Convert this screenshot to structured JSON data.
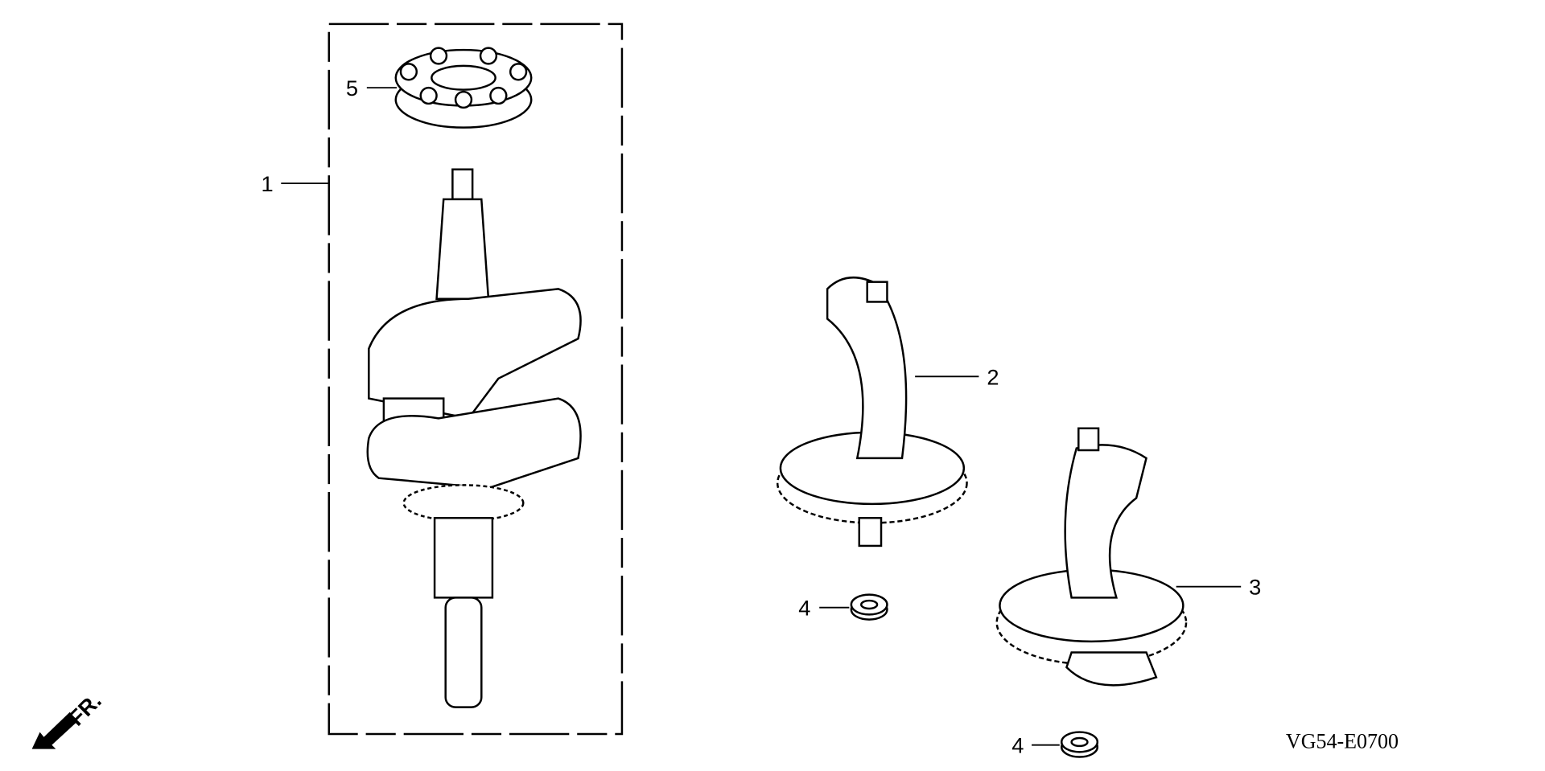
{
  "diagram": {
    "callouts": [
      {
        "id": "callout-1",
        "text": "1"
      },
      {
        "id": "callout-2",
        "text": "2"
      },
      {
        "id": "callout-3",
        "text": "3"
      },
      {
        "id": "callout-4a",
        "text": "4"
      },
      {
        "id": "callout-4b",
        "text": "4"
      },
      {
        "id": "callout-5",
        "text": "5"
      }
    ],
    "front_arrow_label": "FR.",
    "drawing_code": "VG54-E0700"
  }
}
